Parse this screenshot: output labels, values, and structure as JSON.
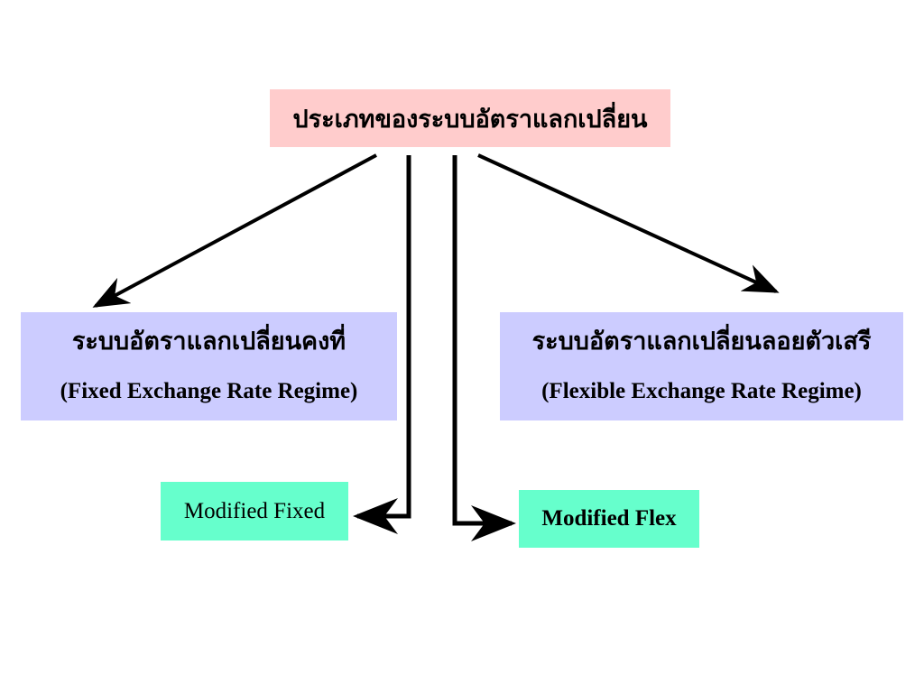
{
  "diagram": {
    "root": {
      "label": "ประเภทของระบบอัตราแลกเปลี่ยน"
    },
    "branches": {
      "fixed": {
        "label_thai": "ระบบอัตราแลกเปลี่ยนคงที่",
        "label_english": "(Fixed Exchange Rate Regime)"
      },
      "flexible": {
        "label_thai": "ระบบอัตราแลกเปลี่ยนลอยตัวเสรี",
        "label_english": "(Flexible Exchange Rate Regime)"
      }
    },
    "sub_nodes": {
      "modified_fixed": {
        "label": "Modified Fixed"
      },
      "modified_flex": {
        "label": "Modified Flex"
      }
    },
    "colors": {
      "root_fill": "#ffcccc",
      "branch_fill": "#ccccff",
      "sub_fill": "#66ffcc",
      "connector": "#000000"
    }
  }
}
